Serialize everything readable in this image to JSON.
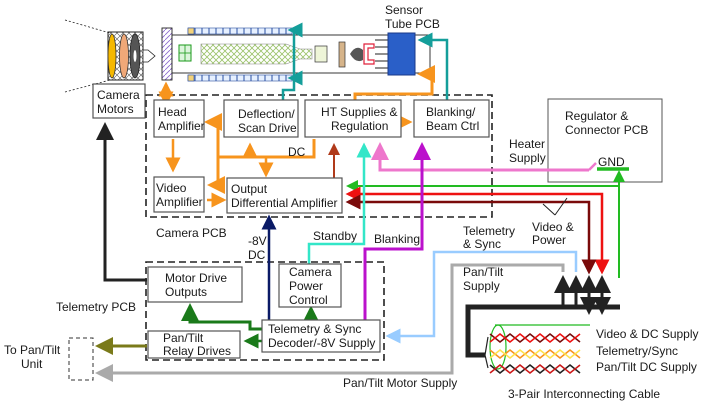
{
  "title": "CCTV Camera System Block Diagram",
  "groups": {
    "camera_pcb": "Camera PCB",
    "telemetry_pcb": "Telemetry PCB",
    "regulator_pcb": [
      "Regulator &",
      "Connector PCB"
    ],
    "sensor_tube_pcb": [
      "Sensor",
      "Tube PCB"
    ]
  },
  "blocks": {
    "camera_motors": [
      "Camera",
      "Motors"
    ],
    "head_amplifier": [
      "Head",
      "Amplifier"
    ],
    "deflection": [
      "Deflection/",
      "Scan  Drive"
    ],
    "ht_supplies": [
      "HT Supplies &",
      "Regulation"
    ],
    "blanking": [
      "Blanking/",
      "Beam Ctrl"
    ],
    "video_amplifier": [
      "Video",
      "Amplifier"
    ],
    "output_diff_amp": [
      "Output",
      "Differential Amplifier"
    ],
    "motor_drive": [
      "Motor Drive",
      "Outputs"
    ],
    "camera_power": [
      "Camera",
      "Power",
      "Control"
    ],
    "pan_tilt_relay": [
      "Pan/Tilt",
      "Relay Drives"
    ],
    "telemetry_decoder": [
      "Telemetry & Sync",
      "Decoder/-8V Supply"
    ]
  },
  "signal_labels": {
    "dc": "DC",
    "minus8v": [
      "-8V",
      "DC"
    ],
    "standby": "Standby",
    "blanking": "Blanking",
    "heater": [
      "Heater",
      "Supply"
    ],
    "gnd": "GND",
    "video_power": [
      "Video &",
      "Power"
    ],
    "telemetry_sync": [
      "Telemetry",
      "& Sync"
    ],
    "pan_tilt_supply": [
      "Pan/Tilt",
      "Supply"
    ],
    "pan_tilt_motor_supply": "Pan/Tilt Motor Supply",
    "to_pan_tilt": [
      "To Pan/Tilt",
      "Unit"
    ]
  },
  "cable": {
    "pairs": [
      "Video & DC Supply",
      "Telemetry/Sync",
      "Pan/Tilt DC Supply"
    ],
    "caption": "3-Pair Interconnecting Cable"
  },
  "colors": {
    "orange": "#f7941d",
    "teal": "#149e9a",
    "brown_red": "#b03a1a",
    "aqua": "#33e6c8",
    "pink": "#ee77cc",
    "purple": "#bb11cc",
    "green": "#22bb22",
    "red": "#ee1111",
    "dark_red": "#7a0a0a",
    "navy": "#0a1a66",
    "dark_green": "#1a7a1a",
    "olive": "#7a7a1a",
    "light_blue": "#99ccff",
    "grey": "#aaaaaa",
    "black": "#222222",
    "sensor_blue": "#2a5fc8"
  }
}
